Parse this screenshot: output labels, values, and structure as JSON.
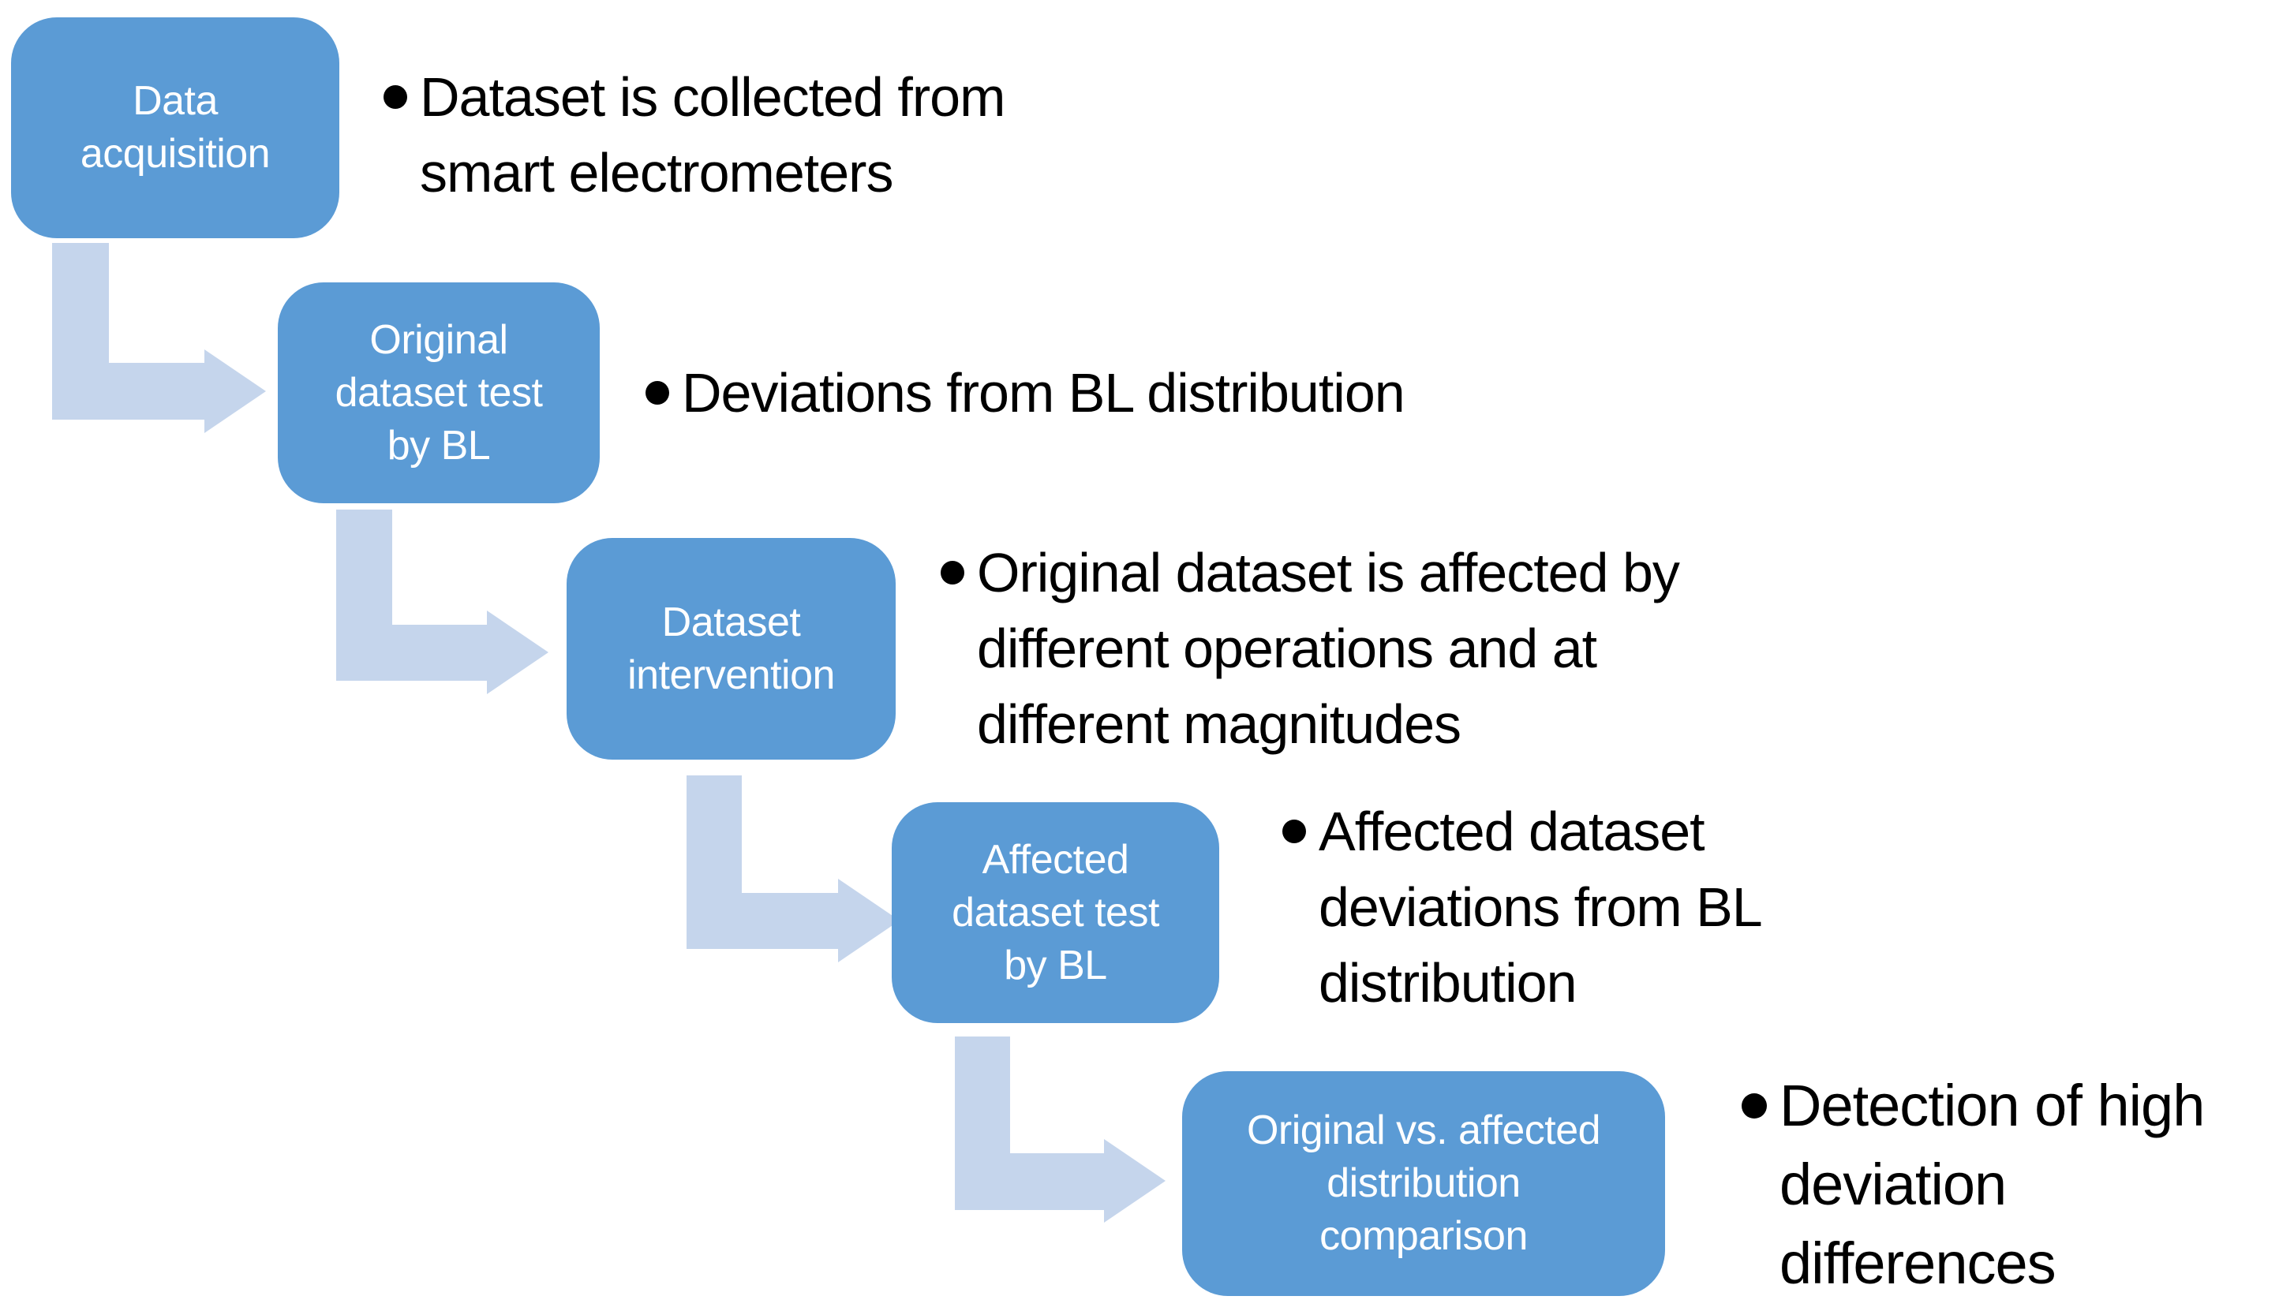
{
  "colors": {
    "background": "#ffffff",
    "box_fill": "#5b9bd5",
    "box_text": "#ffffff",
    "arrow_fill": "#c5d5ec",
    "bullet_text": "#000000"
  },
  "steps": [
    {
      "box_label": "Data\nacquisition",
      "bullet_text": "Dataset is collected from\nsmart electrometers"
    },
    {
      "box_label": "Original\ndataset test\nby BL",
      "bullet_text": "Deviations from BL distribution"
    },
    {
      "box_label": "Dataset\nintervention",
      "bullet_text": "Original dataset is affected by\ndifferent operations and at\ndifferent magnitudes"
    },
    {
      "box_label": "Affected\ndataset test\nby BL",
      "bullet_text": "Affected dataset\ndeviations from BL\ndistribution"
    },
    {
      "box_label": "Original vs. affected\ndistribution\ncomparison",
      "bullet_text": "Detection of high\ndeviation\ndifferences"
    }
  ]
}
